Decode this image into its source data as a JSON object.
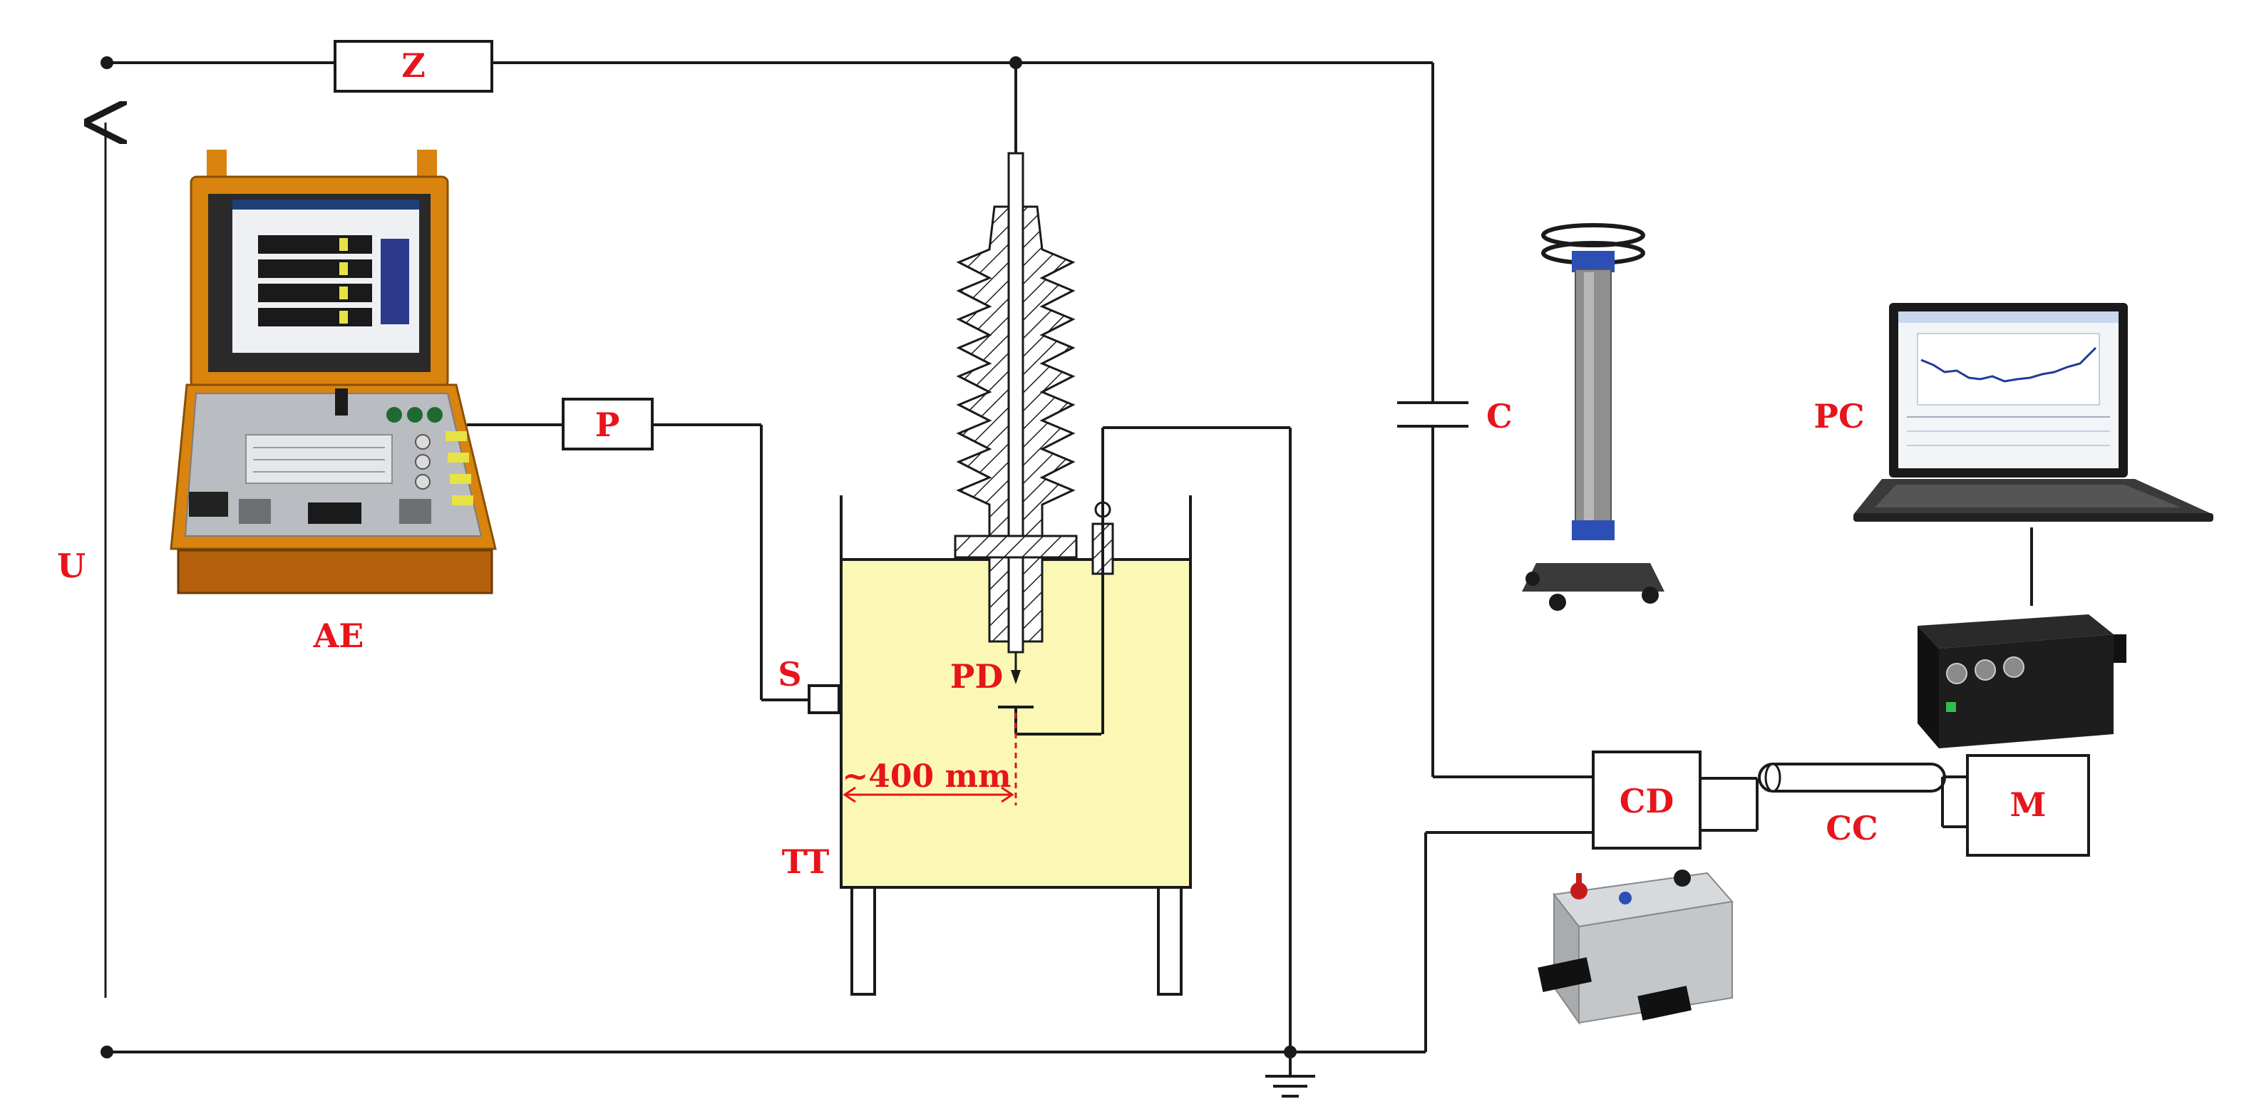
{
  "labels": {
    "z": "Z",
    "u": "U",
    "p": "P",
    "s": "S",
    "pd": "PD",
    "tt": "TT",
    "ae": "AE",
    "c": "C",
    "cd": "CD",
    "cc": "CC",
    "m": "M",
    "pc": "PC",
    "distance": "~400 mm"
  },
  "colors": {
    "label": "#e8141c",
    "oil": "#fbf8b6",
    "wire": "#1a1a1a",
    "case_orange": "#d9840f",
    "panel_gray": "#b9bcc0"
  },
  "icons": {
    "acoustic_unit": "acoustic-emission-instrument-icon",
    "capacitor_photo": "coupling-capacitor-icon",
    "laptop": "laptop-icon",
    "pd_detector": "pd-detector-box-icon",
    "coupling_device": "coupling-device-icon",
    "ground": "ground-symbol-icon"
  }
}
